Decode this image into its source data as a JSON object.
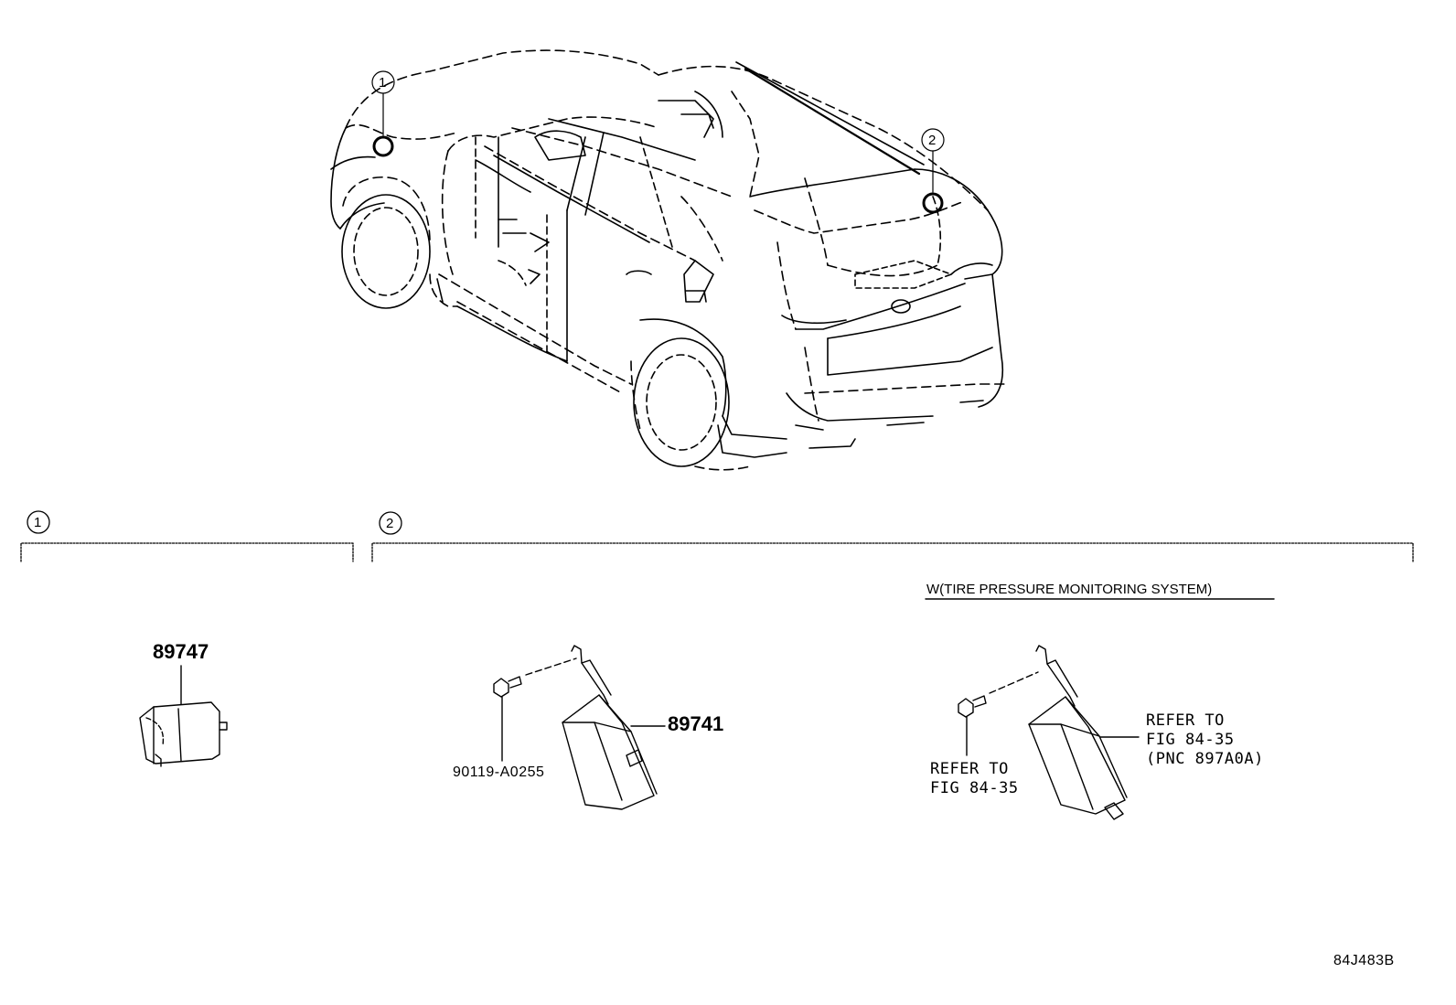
{
  "callouts": {
    "vehicle_1": "1",
    "vehicle_2": "2",
    "section_1": "1",
    "section_2": "2"
  },
  "section_2": {
    "condition": "W(TIRE PRESSURE MONITORING SYSTEM)"
  },
  "parts": {
    "p89747": "89747",
    "p89741": "89741",
    "bolt": "90119-A0255",
    "refer_bolt_line1": "REFER TO",
    "refer_bolt_line2": "FIG 84-35",
    "refer_module_line1": "REFER TO",
    "refer_module_line2": "FIG 84-35",
    "refer_module_line3": "(PNC 897A0A)"
  },
  "figure_code": "84J483B"
}
